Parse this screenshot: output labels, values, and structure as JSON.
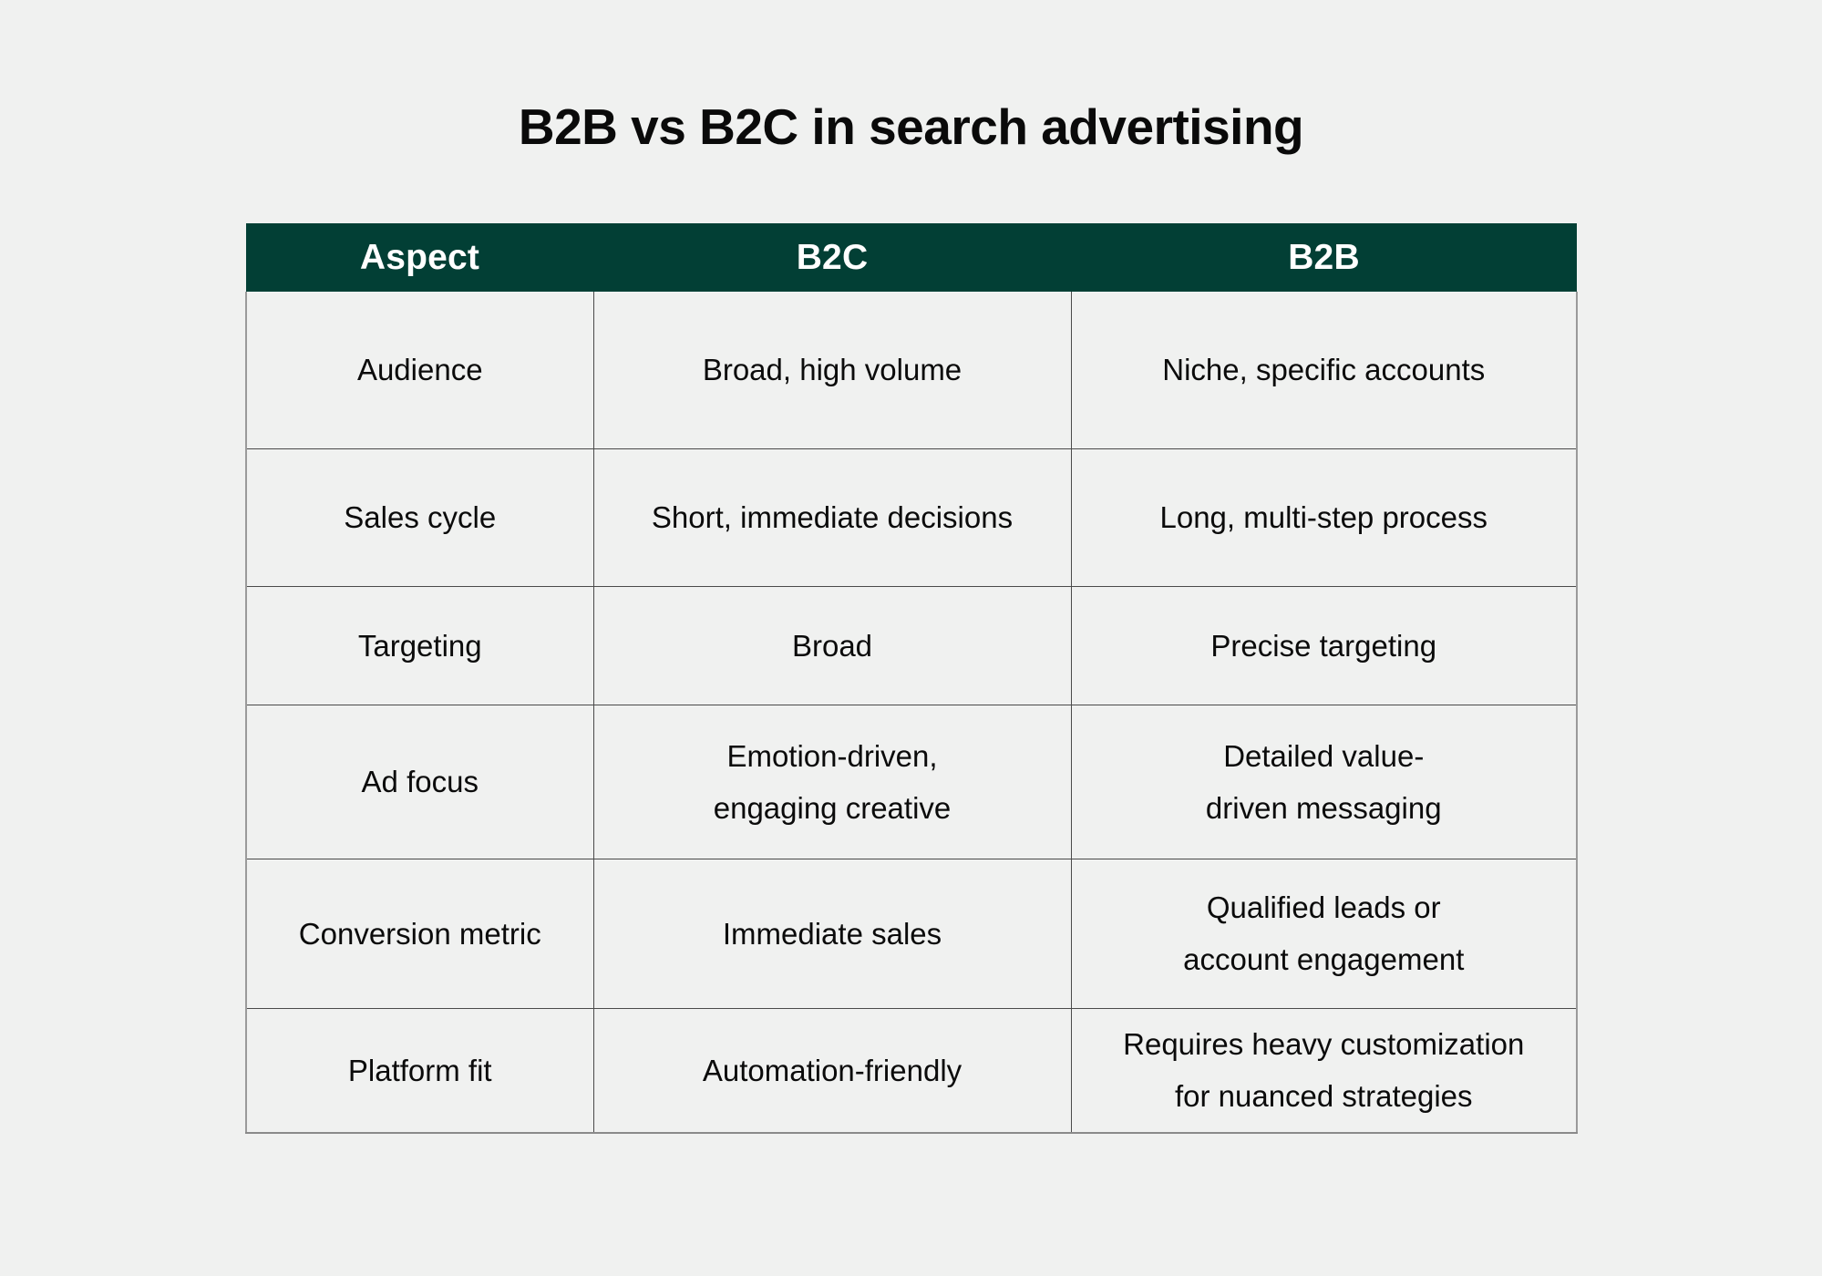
{
  "title": "B2B vs B2C in search advertising",
  "colors": {
    "background": "#f0f1f0",
    "header_bg": "#023f35",
    "header_text": "#ffffff",
    "body_text": "#0b0b0b",
    "grid_line": "#4a4a4a"
  },
  "table": {
    "headers": [
      "Aspect",
      "B2C",
      "B2B"
    ],
    "rows": [
      {
        "aspect": "Audience",
        "b2c": [
          "Broad, high volume"
        ],
        "b2b": [
          "Niche, specific accounts"
        ]
      },
      {
        "aspect": "Sales cycle",
        "b2c": [
          "Short, immediate decisions"
        ],
        "b2b": [
          "Long, multi-step process"
        ]
      },
      {
        "aspect": "Targeting",
        "b2c": [
          "Broad"
        ],
        "b2b": [
          "Precise targeting"
        ]
      },
      {
        "aspect": "Ad focus",
        "b2c": [
          "Emotion-driven,",
          "engaging creative"
        ],
        "b2b": [
          "Detailed value-",
          "driven messaging"
        ]
      },
      {
        "aspect": "Conversion metric",
        "b2c": [
          "Immediate sales"
        ],
        "b2b": [
          "Qualified leads or",
          "account engagement"
        ]
      },
      {
        "aspect": "Platform fit",
        "b2c": [
          "Automation-friendly"
        ],
        "b2b": [
          "Requires heavy customization",
          "for nuanced strategies"
        ]
      }
    ]
  }
}
